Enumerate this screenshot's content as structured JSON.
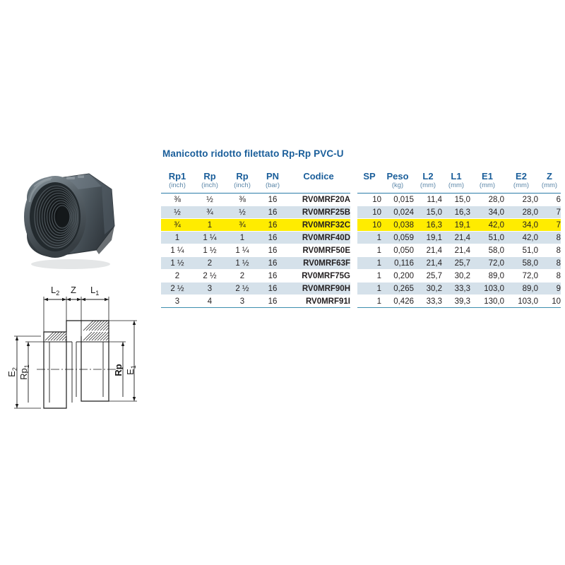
{
  "document": {
    "title": "Manicotto ridotto filettato Rp-Rp PVC-U",
    "accent_color": "#1a5e9a",
    "rule_color": "#2b7ca8",
    "stripe_color": "#d5e1ea",
    "highlight_color": "#ffec00"
  },
  "product_image": {
    "alt_name": "pvc-u-threaded-reducing-socket-photo",
    "body_color": "#5d6a72",
    "shadow_color": "#2b3338"
  },
  "technical_drawing": {
    "alt_name": "cross-section-dimension-drawing",
    "labels": {
      "top": [
        "L2",
        "Z",
        "L1"
      ],
      "left": [
        "E2",
        "Rp1"
      ],
      "right": [
        "Rp",
        "E1"
      ]
    }
  },
  "left_table": {
    "headers": [
      {
        "name": "Rp1",
        "unit": "(inch)"
      },
      {
        "name": "Rp",
        "unit": "(inch)"
      },
      {
        "name": "Rp",
        "unit": "(inch)"
      },
      {
        "name": "PN",
        "unit": "(bar)"
      },
      {
        "name": "Codice",
        "unit": ""
      }
    ],
    "rows": [
      {
        "rp1": "⅜",
        "rp_a": "½",
        "rp_b": "⅜",
        "pn": "16",
        "codice": "RV0MRF20A",
        "shaded": false,
        "highlight": false
      },
      {
        "rp1": "½",
        "rp_a": "¾",
        "rp_b": "½",
        "pn": "16",
        "codice": "RV0MRF25B",
        "shaded": true,
        "highlight": false
      },
      {
        "rp1": "¾",
        "rp_a": "1",
        "rp_b": "¾",
        "pn": "16",
        "codice": "RV0MRF32C",
        "shaded": false,
        "highlight": true
      },
      {
        "rp1": "1",
        "rp_a": "1 ¼",
        "rp_b": "1",
        "pn": "16",
        "codice": "RV0MRF40D",
        "shaded": true,
        "highlight": false
      },
      {
        "rp1": "1 ¼",
        "rp_a": "1 ½",
        "rp_b": "1 ¼",
        "pn": "16",
        "codice": "RV0MRF50E",
        "shaded": false,
        "highlight": false
      },
      {
        "rp1": "1 ½",
        "rp_a": "2",
        "rp_b": "1 ½",
        "pn": "16",
        "codice": "RV0MRF63F",
        "shaded": true,
        "highlight": false
      },
      {
        "rp1": "2",
        "rp_a": "2 ½",
        "rp_b": "2",
        "pn": "16",
        "codice": "RV0MRF75G",
        "shaded": false,
        "highlight": false
      },
      {
        "rp1": "2 ½",
        "rp_a": "3",
        "rp_b": "2 ½",
        "pn": "16",
        "codice": "RV0MRF90H",
        "shaded": true,
        "highlight": false
      },
      {
        "rp1": "3",
        "rp_a": "4",
        "rp_b": "3",
        "pn": "16",
        "codice": "RV0MRF91I",
        "shaded": false,
        "highlight": false
      }
    ]
  },
  "right_table": {
    "headers": [
      {
        "name": "SP",
        "unit": ""
      },
      {
        "name": "Peso",
        "unit": "(kg)"
      },
      {
        "name": "L2",
        "unit": "(mm)"
      },
      {
        "name": "L1",
        "unit": "(mm)"
      },
      {
        "name": "E1",
        "unit": "(mm)"
      },
      {
        "name": "E2",
        "unit": "(mm)"
      },
      {
        "name": "Z",
        "unit": "(mm)"
      }
    ],
    "rows": [
      {
        "sp": "10",
        "peso": "0,015",
        "l2": "11,4",
        "l1": "15,0",
        "e1": "28,0",
        "e2": "23,0",
        "z": "6",
        "shaded": false,
        "highlight": false
      },
      {
        "sp": "10",
        "peso": "0,024",
        "l2": "15,0",
        "l1": "16,3",
        "e1": "34,0",
        "e2": "28,0",
        "z": "7",
        "shaded": true,
        "highlight": false
      },
      {
        "sp": "10",
        "peso": "0,038",
        "l2": "16,3",
        "l1": "19,1",
        "e1": "42,0",
        "e2": "34,0",
        "z": "7",
        "shaded": false,
        "highlight": true
      },
      {
        "sp": "1",
        "peso": "0,059",
        "l2": "19,1",
        "l1": "21,4",
        "e1": "51,0",
        "e2": "42,0",
        "z": "8",
        "shaded": true,
        "highlight": false
      },
      {
        "sp": "1",
        "peso": "0,050",
        "l2": "21,4",
        "l1": "21,4",
        "e1": "58,0",
        "e2": "51,0",
        "z": "8",
        "shaded": false,
        "highlight": false
      },
      {
        "sp": "1",
        "peso": "0,116",
        "l2": "21,4",
        "l1": "25,7",
        "e1": "72,0",
        "e2": "58,0",
        "z": "8",
        "shaded": true,
        "highlight": false
      },
      {
        "sp": "1",
        "peso": "0,200",
        "l2": "25,7",
        "l1": "30,2",
        "e1": "89,0",
        "e2": "72,0",
        "z": "8",
        "shaded": false,
        "highlight": false
      },
      {
        "sp": "1",
        "peso": "0,265",
        "l2": "30,2",
        "l1": "33,3",
        "e1": "103,0",
        "e2": "89,0",
        "z": "9",
        "shaded": true,
        "highlight": false
      },
      {
        "sp": "1",
        "peso": "0,426",
        "l2": "33,3",
        "l1": "39,3",
        "e1": "130,0",
        "e2": "103,0",
        "z": "10",
        "shaded": false,
        "highlight": false
      }
    ]
  }
}
